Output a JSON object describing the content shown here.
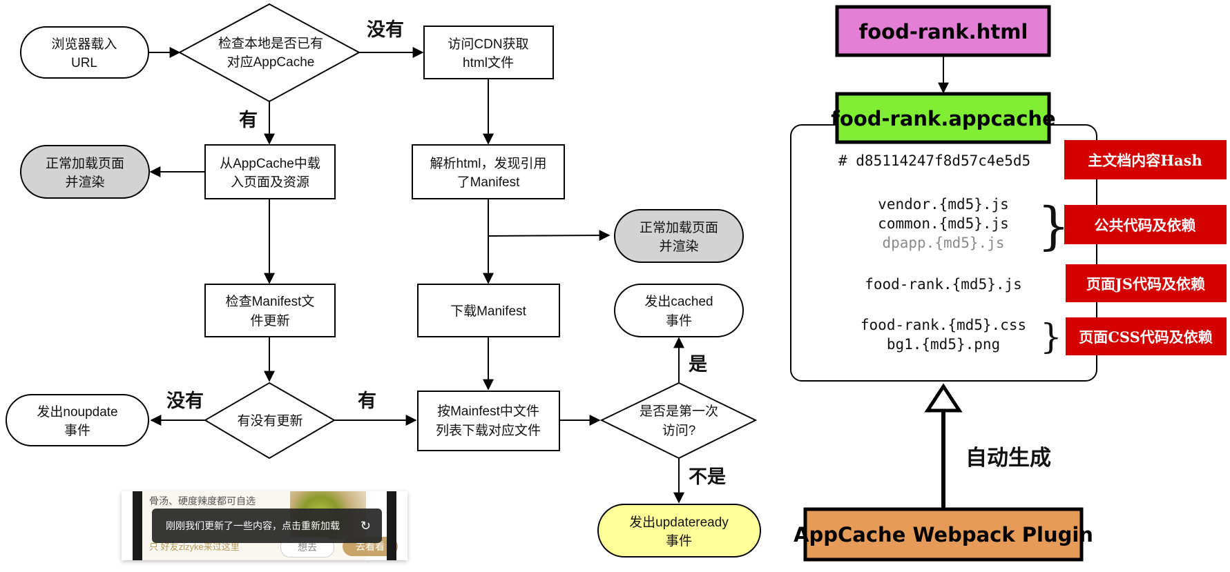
{
  "flowchart": {
    "start": [
      "浏览器载入",
      "URL"
    ],
    "check_local": [
      "检查本地是否已有",
      "对应AppCache"
    ],
    "fetch_cdn": [
      "访问CDN获取",
      "html文件"
    ],
    "render_left": [
      "正常加载页面",
      "并渲染"
    ],
    "load_from_cache": [
      "从AppCache中载",
      "入页面及资源"
    ],
    "parse_html": [
      "解析html，发现引用",
      "了Manifest"
    ],
    "render_right": [
      "正常加载页面",
      "并渲染"
    ],
    "check_manifest": [
      "检查Manifest文",
      "件更新"
    ],
    "download_manifest": [
      "下载Manifest"
    ],
    "emit_cached": [
      "发出cached",
      "事件"
    ],
    "emit_noupdate": [
      "发出noupdate",
      "事件"
    ],
    "has_update": [
      "有没有更新"
    ],
    "download_files": [
      "按Mainfest中文件",
      "列表下载对应文件"
    ],
    "first_visit": [
      "是否是第一次",
      "访问?"
    ],
    "emit_updateready": [
      "发出updateready",
      "事件"
    ],
    "labels": {
      "no_top": "没有",
      "yes_left": "有",
      "no_bottom": "没有",
      "yes_bottom": "有",
      "is_yes": "是",
      "is_no": "不是"
    }
  },
  "manifest": {
    "html_file": "food-rank.html",
    "appcache_file": "food-rank.appcache",
    "hash_line": "# d85114247f8d57c4e5d5",
    "vendor_lines": [
      "vendor.{md5}.js",
      "common.{md5}.js"
    ],
    "vendor_gray_line": "dpapp.{md5}.js",
    "page_js_line": "food-rank.{md5}.js",
    "css_lines": [
      "food-rank.{md5}.css",
      "bg1.{md5}.png"
    ],
    "tags": {
      "hash": "主文档内容Hash",
      "common": "公共代码及依赖",
      "page_js": "页面JS代码及依赖",
      "page_css": "页面CSS代码及依赖"
    },
    "auto_generate": "自动生成",
    "plugin": "AppCache Webpack Plugin"
  },
  "mini_screenshot": {
    "top_text": "骨汤、硬度辣度都可自选",
    "toast": "刚刚我们更新了一些内容，点击重新加载",
    "refresh_icon": "refresh-icon",
    "friend_text": "只 好友zizyke来过这里",
    "want_button": "想去",
    "go_button": "去看看"
  },
  "colors": {
    "gray_fill": "#d3d3d3",
    "yellow_fill": "#ffff99",
    "pink_fill": "#e37fd4",
    "green_fill": "#80ee33",
    "orange_fill": "#e69c58",
    "red_tag": "#d40000"
  }
}
